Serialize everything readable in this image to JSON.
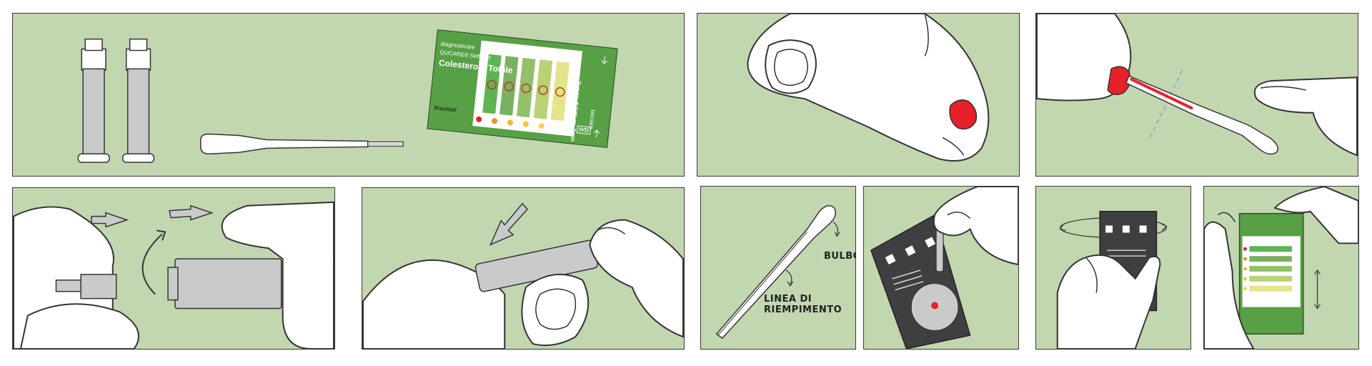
{
  "card": {
    "brand": "diagnosticare",
    "product": "QUCARE® Self test",
    "title": "Colesterolo Totale",
    "results_label": "Risultati",
    "reading_time": "Tempo di lettura: 2min",
    "leave_label": "lasciare",
    "lot_label": "IVD"
  },
  "labels": {
    "bulb": "BULBO",
    "fill_line": "LINEA DI RIEMPIMENTO"
  },
  "colors": {
    "panel_bg": "#c2d6b0",
    "card_green": "#58a046",
    "blood_red": "#e8202a",
    "device_grey": "#c9cbcb"
  }
}
